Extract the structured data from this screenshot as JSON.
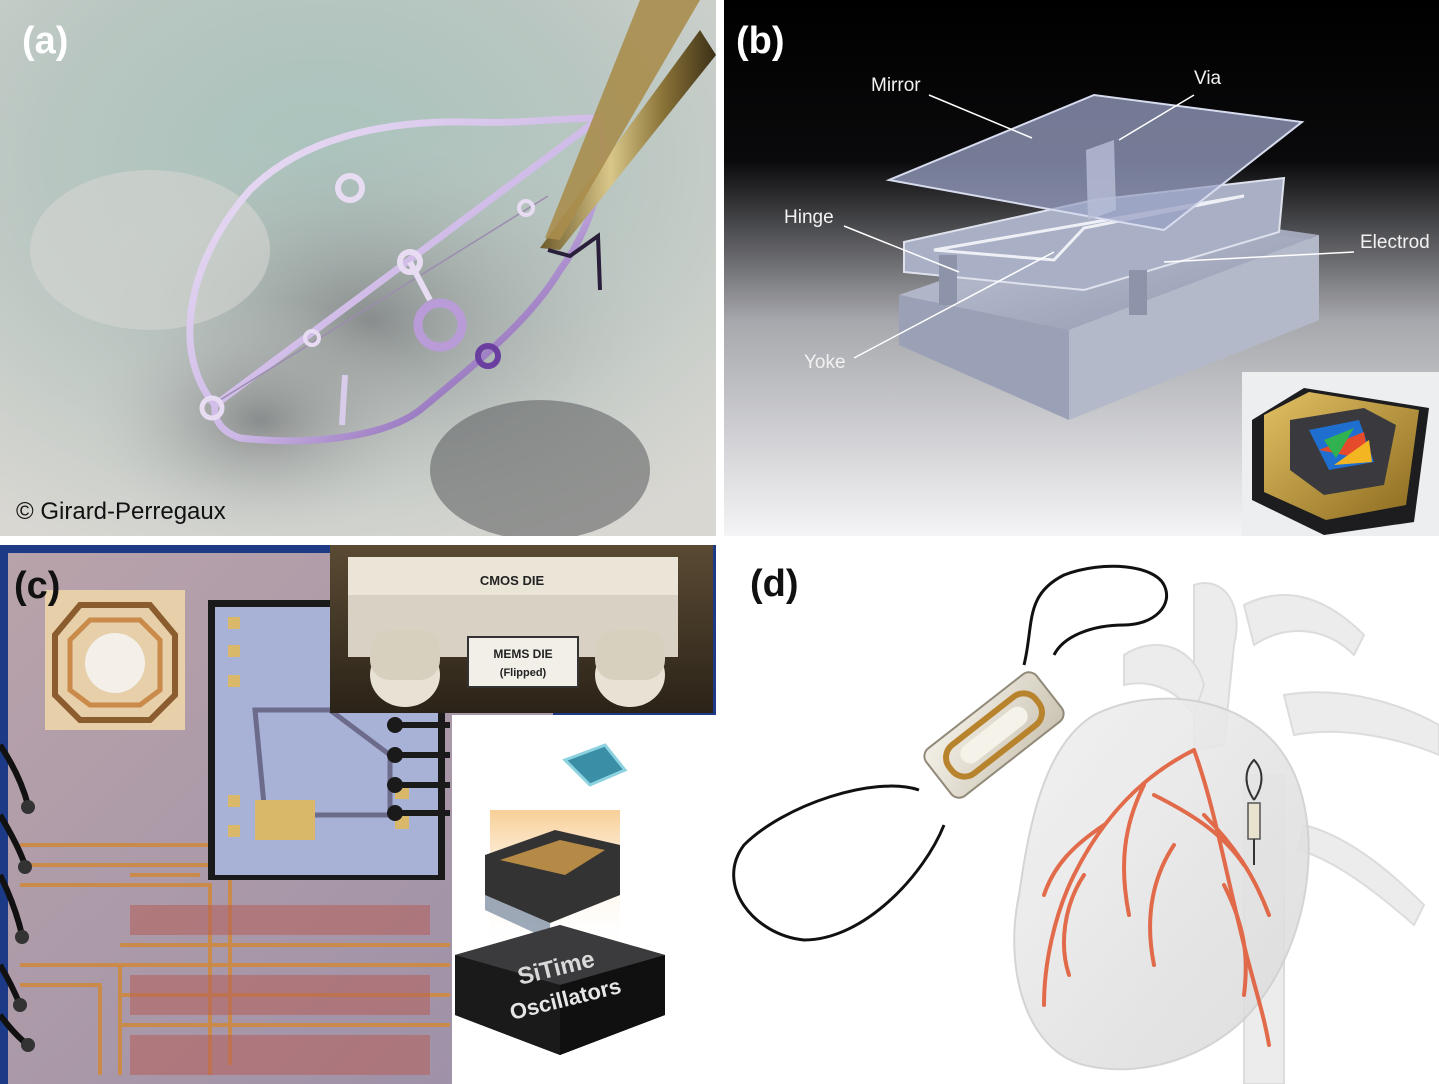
{
  "panels": {
    "a": {
      "label": "(a)",
      "credit": "© Girard-Perregaux"
    },
    "b": {
      "label": "(b)",
      "callouts": {
        "mirror": "Mirror",
        "via": "Via",
        "hinge": "Hinge",
        "electrode": "Electrod",
        "yoke": "Yoke"
      }
    },
    "c": {
      "label": "(c)",
      "inset": {
        "cmos": "CMOS DIE",
        "mems": "MEMS DIE",
        "flipped": "(Flipped)"
      },
      "brand": "SiTime",
      "product": "Oscillators"
    },
    "d": {
      "label": "(d)"
    }
  },
  "colors": {
    "accent_purple": "#6a3fa0",
    "copper": "#c98a4a",
    "heart_vessels": "#e0552f"
  }
}
